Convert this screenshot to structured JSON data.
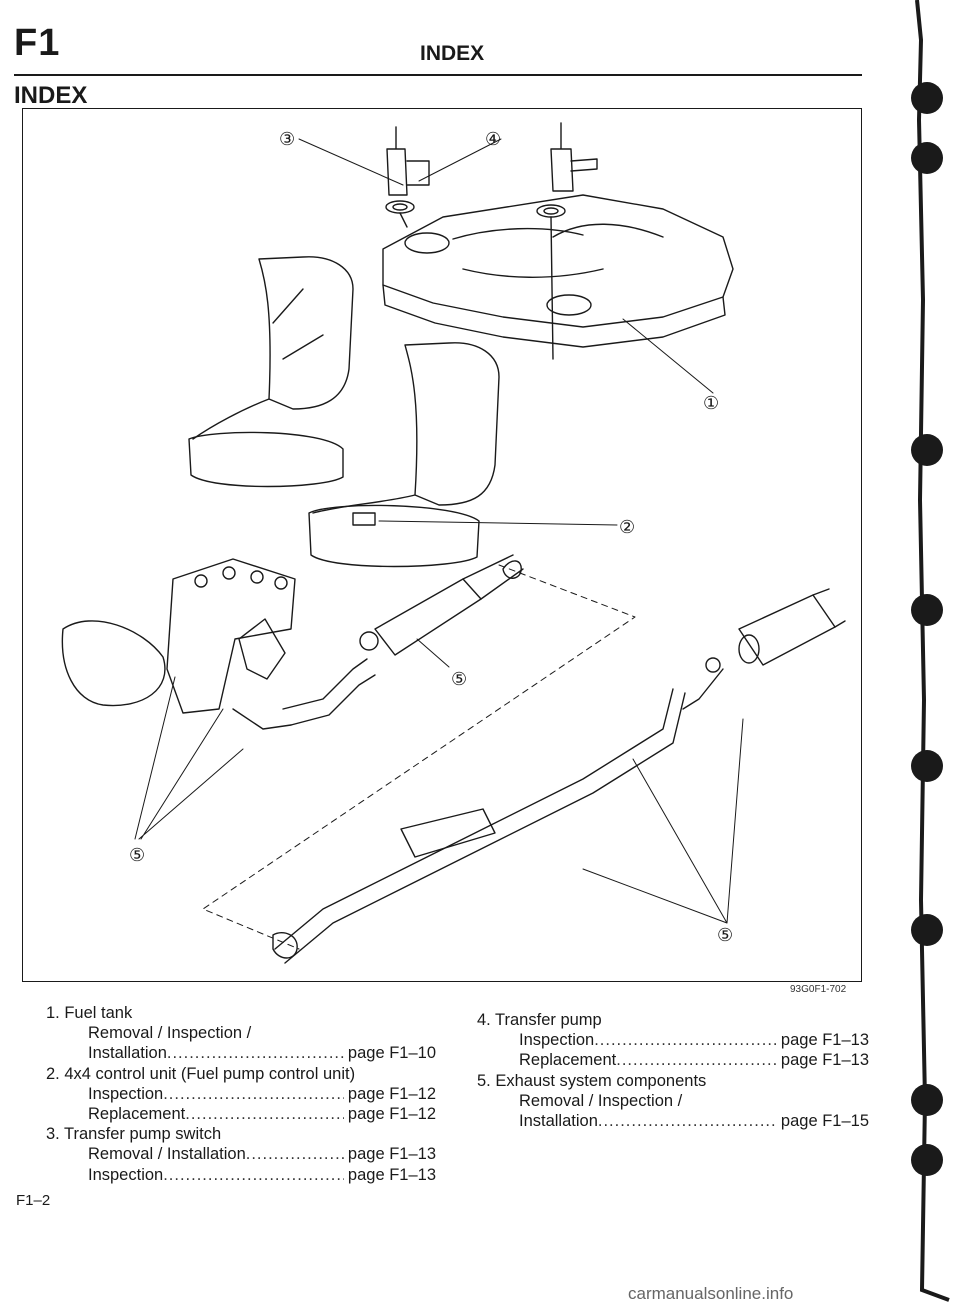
{
  "header": {
    "section": "F1",
    "title": "INDEX"
  },
  "subtitle": "INDEX",
  "figure": {
    "code": "93G0F1-702",
    "callouts": [
      "①",
      "②",
      "③",
      "④",
      "⑤"
    ]
  },
  "index_items": [
    {
      "label": "1. Fuel tank",
      "entries": [
        {
          "label": "Removal / Inspection /",
          "page": ""
        },
        {
          "label": "Installation",
          "page": "page F1–10"
        }
      ]
    },
    {
      "label": "2. 4x4 control unit (Fuel pump control unit)",
      "entries": [
        {
          "label": "Inspection",
          "page": "page F1–12"
        },
        {
          "label": "Replacement",
          "page": "page F1–12"
        }
      ]
    },
    {
      "label": "3. Transfer pump switch",
      "entries": [
        {
          "label": "Removal / Installation",
          "page": "page F1–13"
        },
        {
          "label": "Inspection",
          "page": "page F1–13"
        }
      ]
    },
    {
      "label": "4. Transfer pump",
      "entries": [
        {
          "label": "Inspection",
          "page": "page F1–13"
        },
        {
          "label": "Replacement",
          "page": "page F1–13"
        }
      ]
    },
    {
      "label": "5. Exhaust system components",
      "entries": [
        {
          "label": "Removal / Inspection /",
          "page": ""
        },
        {
          "label": "Installation",
          "page": "page F1–15"
        }
      ]
    }
  ],
  "page_number": "F1–2",
  "watermark": "carmanualsonline.info"
}
